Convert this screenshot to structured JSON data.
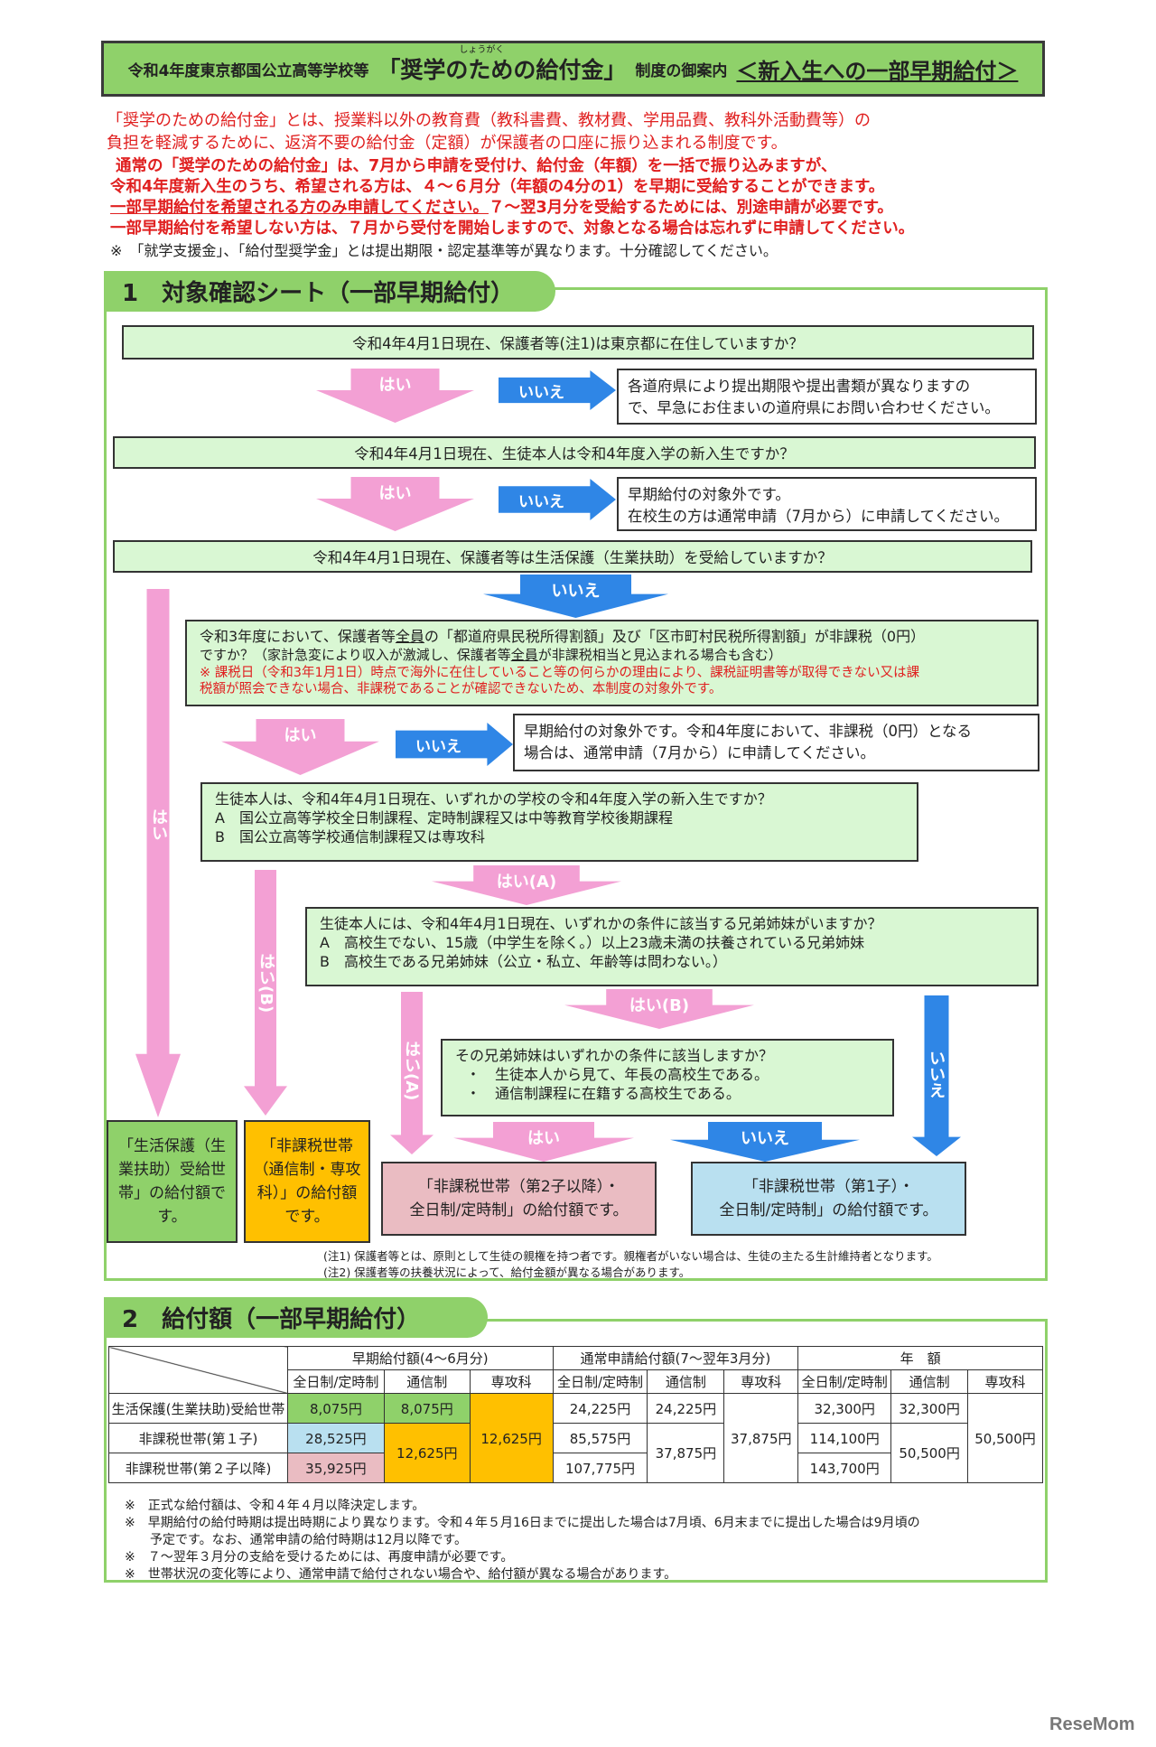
{
  "title": {
    "prefix": "令和4年度東京都国公立高等学校等",
    "main": "「奨学のための給付金」",
    "ruby": "しょうがく",
    "suffix": "制度の御案内",
    "highlight": "＜新入生への一部早期給付＞"
  },
  "intro": {
    "line1": "「奨学のための給付金」とは、授業料以外の教育費（教科書費、教材費、学用品費、教科外活動費等）の",
    "line2": "負担を軽減するために、返済不要の給付金（定額）が保護者の口座に振り込まれる制度です。",
    "bold1": "通常の「奨学のための給付金」は、7月から申請を受付け、給付金（年額）を一括で振り込みますが、",
    "bold2": "令和4年度新入生のうち、希望される方は、４～６月分（年額の4分の1）を早期に受給することができます。",
    "bold3a": "一部早期給付を希望される方のみ申請してください。",
    "bold3b": "７～翌3月分を受給するためには、別途申請が必要です。",
    "bold4": "一部早期給付を希望しない方は、７月から受付を開始しますので、対象となる場合は忘れずに申請してください。",
    "note": "※　「就学支援金」、「給付型奨学金」とは提出期限・認定基準等が異なります。十分確認してください。"
  },
  "section1": {
    "tab": "1　対象確認シート（一部早期給付）",
    "q1": "令和4年4月1日現在、保護者等(注1)は東京都に在住していますか？",
    "q1_yes": "はい",
    "q1_no": "いいえ",
    "q1_no_text1": "各道府県により提出期限や提出書類が異なりますの",
    "q1_no_text2": "で、早急にお住まいの道府県にお問い合わせください。",
    "q2": "令和4年4月1日現在、生徒本人は令和4年度入学の新入生ですか？",
    "q2_yes": "はい",
    "q2_no": "いいえ",
    "q2_no_text1": "早期給付の対象外です。",
    "q2_no_text2": "在校生の方は通常申請（7月から）に申請してください。",
    "q3": "令和4年4月1日現在、保護者等は生活保護（生業扶助）を受給していますか？",
    "q3_no": "いいえ",
    "q3_yes": "はい",
    "q4_line1a": "令和3年度において、保護者等",
    "q4_line1u": "全員",
    "q4_line1b": "の「都道府県民税所得割額」及び「区市町村民税所得割額」が非課税（0円）",
    "q4_line2a": "ですか？（家計急変により収入が激減し、保護者等",
    "q4_line2u": "全員",
    "q4_line2b": "が非課税相当と見込まれる場合も含む）",
    "q4_red1": "※ 課税日（令和3年1月1日）時点で海外に在住していること等の何らかの理由により、課税証明書等が取得できない又は課",
    "q4_red2": "税額が照会できない場合、非課税であることが確認できないため、本制度の対象外です。",
    "q4_yes": "はい",
    "q4_no": "いいえ",
    "q4_no_text1": "早期給付の対象外です。令和4年度において、非課税（0円）となる",
    "q4_no_text2": "場合は、通常申請（7月から）に申請してください。",
    "q5_line1": "生徒本人は、令和4年4月1日現在、いずれかの学校の令和4年度入学の新入生ですか？",
    "q5_line2": "A　国公立高等学校全日制課程、定時制課程又は中等教育学校後期課程",
    "q5_line3": "B　国公立高等学校通信制課程又は専攻科",
    "q5_yesA": "はい(A)",
    "q5_yesB": "はい(B)",
    "q6_line1": "生徒本人には、令和4年4月1日現在、いずれかの条件に該当する兄弟姉妹がいますか？",
    "q6_line2": "A　高校生でない、15歳（中学生を除く。）以上23歳未満の扶養されている兄弟姉妹",
    "q6_line3": "B　高校生である兄弟姉妹（公立・私立、年齢等は問わない。）",
    "q6_yesB": "はい(B)",
    "q6_yesA": "はい(A)",
    "q6_no": "いいえ",
    "q7_line1": "その兄弟姉妹はいずれかの条件に該当しますか？",
    "q7_line2": "・　生徒本人から見て、年長の高校生である。",
    "q7_line3": "・　通信制課程に在籍する高校生である。",
    "q7_yes": "はい",
    "q7_no": "いいえ",
    "r1": "「生活保護（生業扶助）受給世帯」の給付額です。",
    "r2": "「非課税世帯（通信制・専攻科）」の給付額です。",
    "r3_line1": "「非課税世帯（第2子以降）・",
    "r3_line2": "全日制/定時制」の給付額です。",
    "r4_line1": "「非課税世帯（第1子）・",
    "r4_line2": "全日制/定時制」の給付額です。",
    "note1": "(注1) 保護者等とは、原則として生徒の親権を持つ者です。親権者がいない場合は、生徒の主たる生計維持者となります。",
    "note2": "(注2) 保護者等の扶養状況によって、給付金額が異なる場合があります。",
    "colors": {
      "green": "#8fd16a",
      "pink": "#f3a0d4",
      "blue": "#2f86e6",
      "orange": "#ffc000"
    }
  },
  "section2": {
    "tab": "2　給付額（一部早期給付）",
    "headers": {
      "early": "早期給付額(4～6月分)",
      "normal": "通常申請給付額(7～翌年3月分)",
      "annual": "年　額",
      "full": "全日制/定時制",
      "tsushin": "通信制",
      "senkou": "専攻科"
    },
    "rows": [
      {
        "label": "生活保護(生業扶助)受給世帯"
      },
      {
        "label": "非課税世帯(第１子)"
      },
      {
        "label": "非課税世帯(第２子以降)"
      }
    ],
    "values": {
      "e_full_1": "8,075円",
      "e_ts_1": "8,075円",
      "e_sen": "12,625円",
      "e_full_2": "28,525円",
      "e_ts_23": "12,625円",
      "e_full_3": "35,925円",
      "n_full_1": "24,225円",
      "n_ts_1": "24,225円",
      "n_sen": "37,875円",
      "n_full_2": "85,575円",
      "n_ts_23": "37,875円",
      "n_full_3": "107,775円",
      "a_full_1": "32,300円",
      "a_ts_1": "32,300円",
      "a_sen": "50,500円",
      "a_full_2": "114,100円",
      "a_ts_23": "50,500円",
      "a_full_3": "143,700円"
    },
    "footnotes": [
      "※　正式な給付額は、令和４年４月以降決定します。",
      "※　早期給付の給付時期は提出時期により異なります。令和４年５月16日までに提出した場合は7月頃、6月末までに提出した場合は9月頃の",
      "　　予定です。なお、通常申請の給付時期は12月以降です。",
      "※　７～翌年３月分の支給を受けるためには、再度申請が必要です。",
      "※　世帯状況の変化等により、通常申請で給付されない場合や、給付額が異なる場合があります。"
    ]
  },
  "watermark": "ReseMom"
}
